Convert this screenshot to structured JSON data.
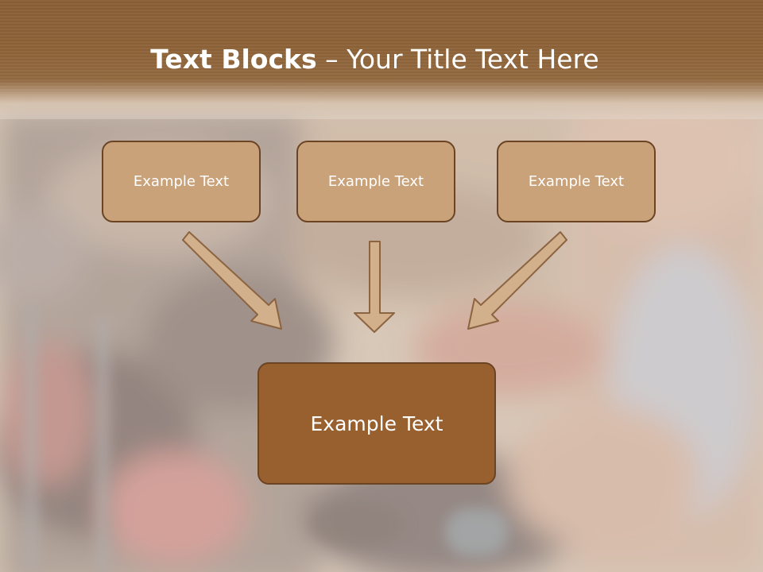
{
  "slide": {
    "title_bold": "Text Blocks",
    "title_rest": " – Your Title Text Here",
    "top_boxes": [
      {
        "label": "Example Text"
      },
      {
        "label": "Example Text"
      },
      {
        "label": "Example Text"
      }
    ],
    "bottom_box": {
      "label": "Example Text"
    }
  },
  "colors": {
    "header": "#8e6339",
    "top_box_fill": "#c9a27a",
    "bottom_box_fill": "#985f2f",
    "box_border": "#6b4424",
    "arrow_fill": "#d2b08b"
  }
}
